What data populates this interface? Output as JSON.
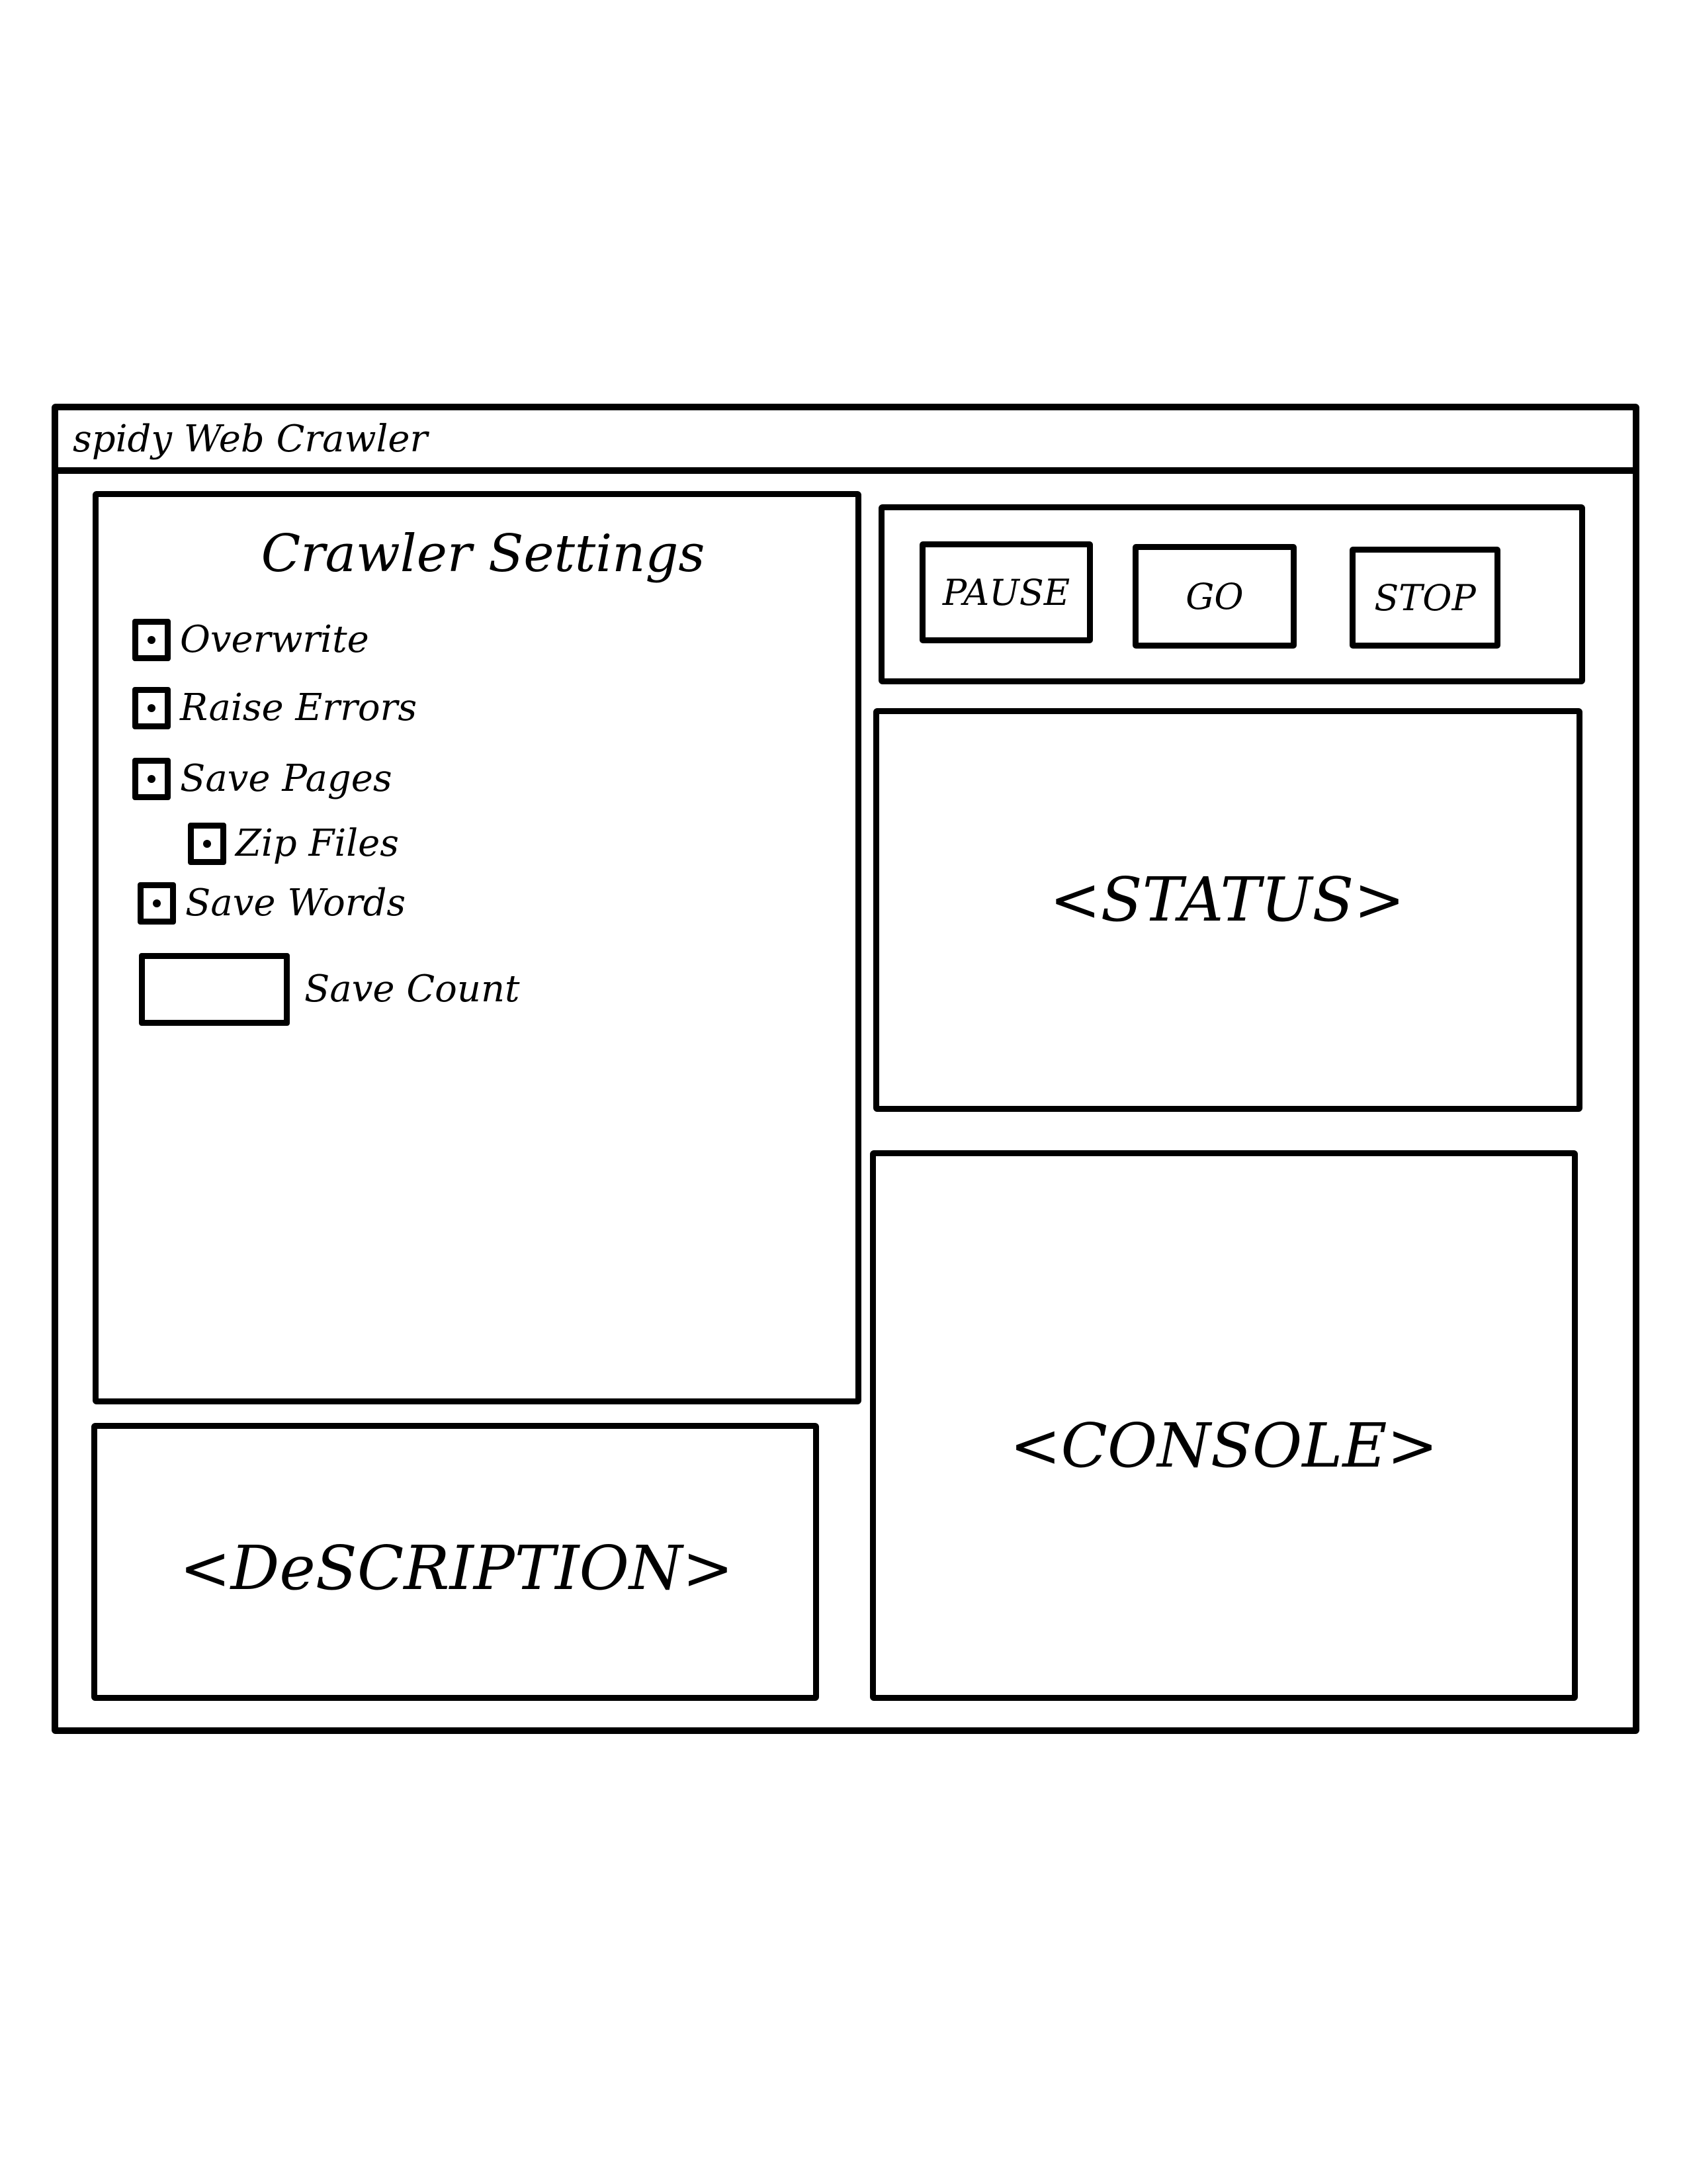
{
  "window": {
    "title": "spidy Web Crawler"
  },
  "settings": {
    "title": "Crawler Settings",
    "options": [
      {
        "label": "Overwrite",
        "checked": true
      },
      {
        "label": "Raise Errors",
        "checked": true
      },
      {
        "label": "Save Pages",
        "checked": true
      },
      {
        "label": "Zip Files",
        "checked": true
      },
      {
        "label": "Save Words",
        "checked": true
      }
    ],
    "save_count": {
      "label": "Save Count",
      "value": ""
    }
  },
  "controls": {
    "pause_label": "PAUSE",
    "go_label": "GO",
    "stop_label": "STOP"
  },
  "panels": {
    "status": "<STATUS>",
    "console": "<CONSOLE>",
    "description": "<DeSCRIPTION>"
  }
}
